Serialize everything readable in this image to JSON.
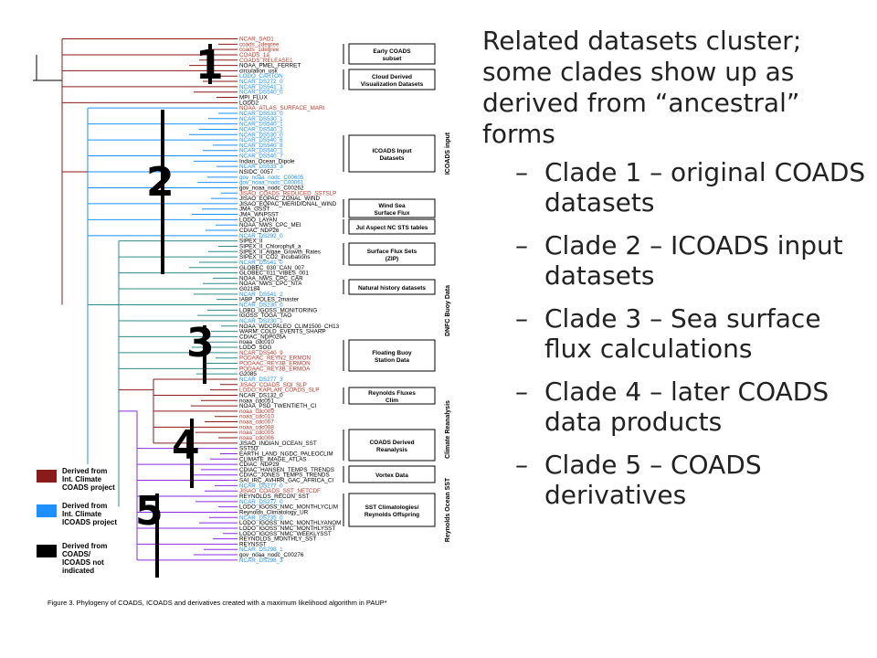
{
  "colors": {
    "red": "#8B1A1A",
    "blue": "#1E90FF",
    "teal": "#2E8B8B",
    "purple": "#8A2BE2",
    "black": "#000000",
    "leafRed": "#C0392B",
    "leafBlue": "#1E90FF"
  },
  "slide": {
    "intro": "Related datasets cluster; some clades show up as derived from “ancestral” forms",
    "bullets": [
      "Clade 1 – original COADS datasets",
      "Clade 2 – ICOADS input datasets",
      "Clade 3 – Sea surface flux calculations",
      "Clade 4 – later COADS data products",
      "Clade 5 – COADS derivatives"
    ],
    "bullet_marker": "–"
  },
  "figure": {
    "caption": "Figure 3. Phylogeny of COADS, ICOADS and derivatives created with a maximum likelihood algorithm in PAUP*",
    "clade_numbers": [
      "1",
      "2",
      "3",
      "4",
      "5"
    ],
    "leaves": [
      {
        "label": "NCAR_SAD1",
        "color": "red"
      },
      {
        "label": "coads_2degree",
        "color": "red"
      },
      {
        "label": "coads_1degree",
        "color": "red"
      },
      {
        "label": "COADS_1a",
        "color": "red"
      },
      {
        "label": "COADS_RELEASE1",
        "color": "red"
      },
      {
        "label": "NOAA_PMEL_FERRET",
        "color": "black"
      },
      {
        "label": "circulation_usk",
        "color": "black"
      },
      {
        "label": "LODO_CARTON",
        "color": "blue"
      },
      {
        "label": "NCAR_DS272_0",
        "color": "blue"
      },
      {
        "label": "NCAR_DS541_1",
        "color": "blue"
      },
      {
        "label": "NCAR_DS540_0",
        "color": "blue"
      },
      {
        "label": "MPI_FLUX",
        "color": "black"
      },
      {
        "label": "LODD2",
        "color": "black"
      },
      {
        "label": "NOAA_ATLAS_SURFACE_MARI",
        "color": "red"
      },
      {
        "label": "NCAR_DS533_0",
        "color": "blue"
      },
      {
        "label": "NCAR_DS530_1",
        "color": "blue"
      },
      {
        "label": "NCAR_DS540_1",
        "color": "blue"
      },
      {
        "label": "NCAR_DS540_2",
        "color": "blue"
      },
      {
        "label": "NCAR_DS530_0",
        "color": "blue"
      },
      {
        "label": "NCAR_DS540_6",
        "color": "blue"
      },
      {
        "label": "NCAR_DS540_8",
        "color": "blue"
      },
      {
        "label": "NCAR_DS540_1",
        "color": "blue"
      },
      {
        "label": "NCAR_DS540_7",
        "color": "blue"
      },
      {
        "label": "Indian_Ocean_Dipole",
        "color": "black"
      },
      {
        "label": "NCAR_DS533_3",
        "color": "blue"
      },
      {
        "label": "NSIDC_0057",
        "color": "black"
      },
      {
        "label": "gov_noaa_nodc_C00605",
        "color": "blue"
      },
      {
        "label": "gov_noaa_nodc_C00061",
        "color": "blue"
      },
      {
        "label": "gov_noaa_nodc_C00262",
        "color": "black"
      },
      {
        "label": "JISAO_COADS_REDUCED_SSTSLP",
        "color": "red"
      },
      {
        "label": "JISAO_EQPAC_ZONAL_WIND",
        "color": "black"
      },
      {
        "label": "JISAO_EQPAC_MERIDIONAL_WIND",
        "color": "black"
      },
      {
        "label": "JMA_GSST",
        "color": "black"
      },
      {
        "label": "JMA_WNPSST",
        "color": "black"
      },
      {
        "label": "LODO_LAYAN",
        "color": "black"
      },
      {
        "label": "NOAA_NWS_CPC_MEI",
        "color": "black"
      },
      {
        "label": "CDIAC_NDP26",
        "color": "black"
      },
      {
        "label": "NCAR_DS292_0",
        "color": "blue"
      },
      {
        "label": "SIPEX_II",
        "color": "black"
      },
      {
        "label": "SIPEX_II_Chlorophyll_a",
        "color": "black"
      },
      {
        "label": "SIPEX_II_Algae_Growth_Rates",
        "color": "black"
      },
      {
        "label": "SIPEX_II_CO2_incubations",
        "color": "black"
      },
      {
        "label": "NCAR_DS541_0",
        "color": "blue"
      },
      {
        "label": "GLOBEC_030_CAN_007",
        "color": "black"
      },
      {
        "label": "GLOBEC_011_VIBES_001",
        "color": "black"
      },
      {
        "label": "NOAA_NWS_CPC_CAR",
        "color": "black"
      },
      {
        "label": "NOAA_NWS_CPC_NTA",
        "color": "black"
      },
      {
        "label": "G02184",
        "color": "black"
      },
      {
        "label": "NCAR_DS541_2",
        "color": "blue"
      },
      {
        "label": "IABP_POLES_2master",
        "color": "black"
      },
      {
        "label": "NCAR_DS230_0",
        "color": "blue"
      },
      {
        "label": "LOBO_IGOSS_MONITORING",
        "color": "black"
      },
      {
        "label": "IGOSS_TOGA_TAO",
        "color": "black"
      },
      {
        "label": "NCAR_DS230_1",
        "color": "blue"
      },
      {
        "label": "NOAA_WDCPALEO_CLIM1500_CH13",
        "color": "black"
      },
      {
        "label": "WARM_COLD_EVENTS_SHARP",
        "color": "black"
      },
      {
        "label": "CDIAC_NDP026A",
        "color": "black"
      },
      {
        "label": "noaa_cdc010",
        "color": "black"
      },
      {
        "label": "LODO_SOG",
        "color": "black"
      },
      {
        "label": "NCAR_DS540_9",
        "color": "red"
      },
      {
        "label": "PODAAC_REYN2_ERMON",
        "color": "red"
      },
      {
        "label": "PODAAC_REY3B_ERMON",
        "color": "red"
      },
      {
        "label": "PODAAC_REY3B_ERMOA",
        "color": "red"
      },
      {
        "label": "G2085",
        "color": "black"
      },
      {
        "label": "NCAR_DS277_3",
        "color": "blue"
      },
      {
        "label": "JISAO_COADS_SOI_SLP",
        "color": "red"
      },
      {
        "label": "LODO_KAPLAN_COADS_SLP",
        "color": "red"
      },
      {
        "label": "NCAR_DS132_0",
        "color": "black"
      },
      {
        "label": "noaa_cdc051",
        "color": "black"
      },
      {
        "label": "NOAA_PSD_TWENTIETH_CI",
        "color": "black"
      },
      {
        "label": "noaa_cdc009",
        "color": "red"
      },
      {
        "label": "noaa_cdc010",
        "color": "red"
      },
      {
        "label": "noaa_cdc007",
        "color": "red"
      },
      {
        "label": "noaa_cdc008",
        "color": "red"
      },
      {
        "label": "noaa_cdc005",
        "color": "red"
      },
      {
        "label": "noaa_cdc006",
        "color": "red"
      },
      {
        "label": "JISAO_INDIAN_OCEAN_SST",
        "color": "black"
      },
      {
        "label": "SST5D",
        "color": "black"
      },
      {
        "label": "EARTH_LAND_NGDC_PALEOCLIM",
        "color": "black"
      },
      {
        "label": "CLIMATE_IMAGE_ATLAS",
        "color": "black"
      },
      {
        "label": "CDIAC_NDP29",
        "color": "black"
      },
      {
        "label": "CDIAC_HANSEN_TEMPS_TRENDS",
        "color": "black"
      },
      {
        "label": "CDIAC_JONES_TEMPS_TRENDS",
        "color": "black"
      },
      {
        "label": "SAI_IRC_AVHRR_GAC_AFRICA_CI",
        "color": "black"
      },
      {
        "label": "NCAR_DS277_0",
        "color": "blue"
      },
      {
        "label": "JISAO_COADS_SST_NETCDF",
        "color": "red"
      },
      {
        "label": "REYNOLDS_RECON_SST",
        "color": "black"
      },
      {
        "label": "NCAR_DS277_0",
        "color": "blue"
      },
      {
        "label": "LODO_IGOSS_NMC_MONTHLYCLIM",
        "color": "black"
      },
      {
        "label": "Reynolds_Climatology_UR",
        "color": "black"
      },
      {
        "label": "NCAR_DS235_0",
        "color": "blue"
      },
      {
        "label": "LODO_IGOSS_NMC_MONTHLYANOM",
        "color": "black"
      },
      {
        "label": "LODO_IGOSS_NMC_MONTHLYSST",
        "color": "black"
      },
      {
        "label": "LODO_IGOSS_NMC_WEEKLYSST",
        "color": "black"
      },
      {
        "label": "REYNOLDS_MONTHLY_SST",
        "color": "black"
      },
      {
        "label": "REYNSST",
        "color": "black"
      },
      {
        "label": "NCAR_DS298_1",
        "color": "blue"
      },
      {
        "label": "gov_noaa_nodc_C00276",
        "color": "black"
      },
      {
        "label": "NCAR_DS298_3",
        "color": "blue"
      }
    ],
    "boxes": [
      {
        "lines": [
          "Early COADS",
          "subset"
        ]
      },
      {
        "lines": [
          "Cloud Derived",
          "Visualization Datasets"
        ]
      },
      {
        "lines": [
          "ICOADS Input",
          "Datasets"
        ]
      },
      {
        "lines": [
          "Wind Sea",
          "Surface Flux"
        ]
      },
      {
        "lines": [
          "Jul Aspect NC STS tables"
        ]
      },
      {
        "lines": [
          "Surface Flux Sets",
          "(ZIP)"
        ]
      },
      {
        "lines": [
          "Natural history datasets"
        ]
      },
      {
        "lines": [
          "Floating Buoy",
          "Station Data"
        ]
      },
      {
        "lines": [
          "Reynolds Fluxes",
          "Clim"
        ]
      },
      {
        "lines": [
          "COADS Derived",
          "Reanalysis"
        ]
      },
      {
        "lines": [
          "Vortex Data"
        ]
      },
      {
        "lines": [
          "SST Climatologies/",
          "Reynolds Offspring"
        ]
      }
    ],
    "side_labels": [
      "ICOADS input",
      "DNFC Buoy Data",
      "Climate Reanalysis",
      "Reynolds Ocean SST"
    ],
    "legend": [
      {
        "color": "red",
        "lines": [
          "Derived from",
          "Int. Climate",
          "COADS project"
        ]
      },
      {
        "color": "blue",
        "lines": [
          "Derived from",
          "Int. Climate",
          "ICOADS project"
        ]
      },
      {
        "color": "black",
        "lines": [
          "Derived from",
          "COADS/",
          "ICOADS not",
          "indicated"
        ]
      }
    ]
  }
}
